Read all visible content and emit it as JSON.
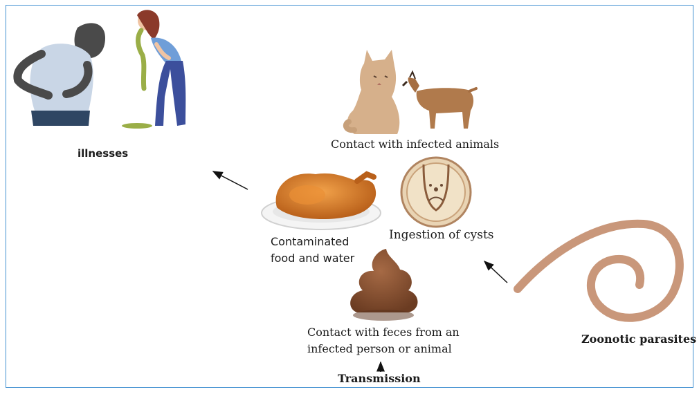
{
  "labels": {
    "illnesses": "illnesses",
    "contact_animals": "Contact with infected animals",
    "ingestion_cysts": "Ingestion of cysts",
    "contaminated_line1": "Contaminated",
    "contaminated_line2": "food and water",
    "feces_line1": "Contact with feces from an",
    "feces_line2": "infected person or animal",
    "transmission": "Transmission",
    "zoonotic": "Zoonotic parasites"
  },
  "icons": [
    "sick-people-icon",
    "cat-icon",
    "goat-icon",
    "roast-chicken-icon",
    "cyst-icon",
    "feces-icon",
    "worm-icon"
  ],
  "colors": {
    "frame": "#3f8fd1",
    "worm": "#c9977a",
    "feces": "#8a5535",
    "chicken": "#d9822b"
  }
}
